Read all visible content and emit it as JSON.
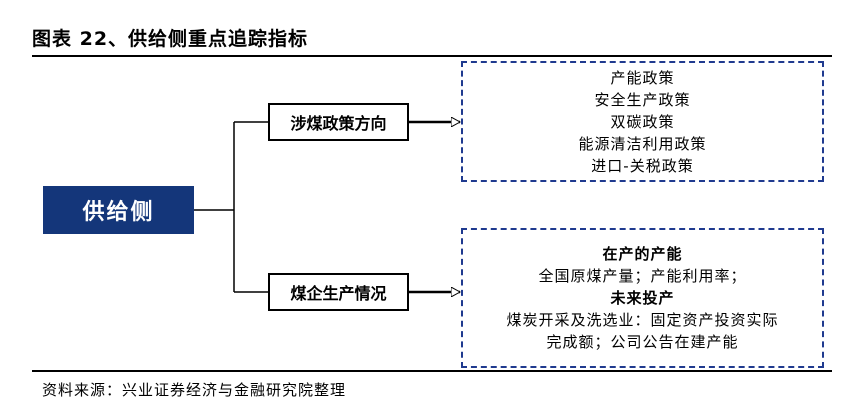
{
  "title": "图表 22、供给侧重点追踪指标",
  "root": {
    "label": "供给侧"
  },
  "branches": [
    {
      "label": "涉煤政策方向",
      "details": [
        {
          "text": "产能政策",
          "bold": false
        },
        {
          "text": "安全生产政策",
          "bold": false
        },
        {
          "text": "双碳政策",
          "bold": false
        },
        {
          "text": "能源清洁利用政策",
          "bold": false
        },
        {
          "text": "进口-关税政策",
          "bold": false
        }
      ]
    },
    {
      "label": "煤企生产情况",
      "details": [
        {
          "text": "在产的产能",
          "bold": true
        },
        {
          "text": "全国原煤产量；产能利用率；",
          "bold": false
        },
        {
          "text": "未来投产",
          "bold": true
        },
        {
          "text": "煤炭开采及洗选业：固定资产投资实际",
          "bold": false
        },
        {
          "text": "完成额；公司公告在建产能",
          "bold": false
        }
      ]
    }
  ],
  "source": "资料来源：兴业证券经济与金融研究院整理",
  "colors": {
    "root_fill": "#14367a",
    "dashed_border": "#1f3a8f"
  }
}
